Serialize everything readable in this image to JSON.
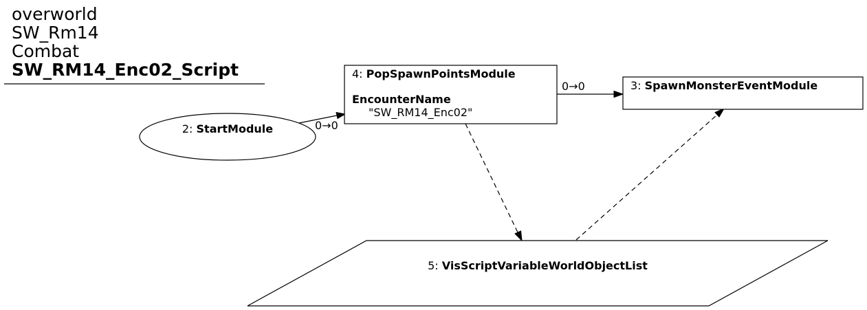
{
  "title": {
    "lines": [
      "overworld",
      "SW_Rm14",
      "Combat"
    ],
    "script_name": "SW_RM14_Enc02_Script"
  },
  "nodes": {
    "start": {
      "id_prefix": "2: ",
      "name": "StartModule",
      "shape": "ellipse"
    },
    "pop_spawn": {
      "id_prefix": "4: ",
      "name": "PopSpawnPointsModule",
      "shape": "box",
      "param_name": "EncounterName",
      "param_value": "\"SW_RM14_Enc02\""
    },
    "spawn_monster": {
      "id_prefix": "3: ",
      "name": "SpawnMonsterEventModule",
      "shape": "box"
    },
    "variable": {
      "id_prefix": "5: ",
      "name": "VisScriptVariableWorldObjectList",
      "shape": "parallelogram"
    }
  },
  "edges": [
    {
      "from": "start",
      "to": "pop_spawn",
      "label": "0→0",
      "style": "solid"
    },
    {
      "from": "pop_spawn",
      "to": "spawn_monster",
      "label": "0→0",
      "style": "solid"
    },
    {
      "from": "pop_spawn",
      "to": "variable",
      "label": "",
      "style": "dashed"
    },
    {
      "from": "variable",
      "to": "spawn_monster",
      "label": "",
      "style": "dashed"
    }
  ]
}
